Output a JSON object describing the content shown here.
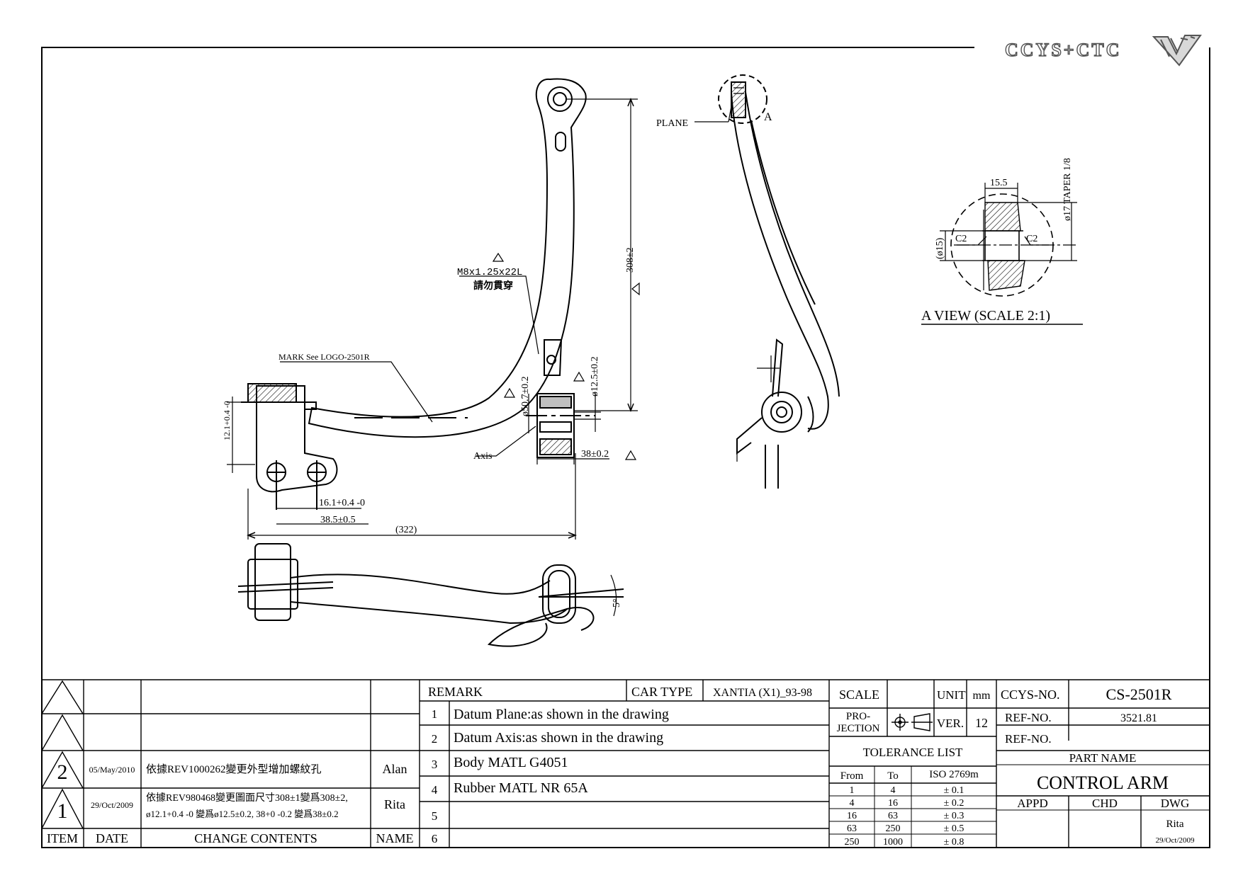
{
  "brand": {
    "logo_text": "CCYS+CTC"
  },
  "drawing": {
    "callouts": {
      "plane": "PLANE",
      "view_letter": "A",
      "thread": "M8x1.25x22L",
      "thread_note": "請勿貫穿",
      "mark": "MARK See LOGO-2501R",
      "axis": "Axis"
    },
    "dimensions": {
      "d308": "308±2",
      "d12_5": "ø12.5±0.2",
      "d50_7": "ø50.7±0.2",
      "d38": "38±0.2",
      "d12_1": "12.1+0.4 -0",
      "d16_1": "16.1+0.4 -0",
      "d38_5": "38.5±0.5",
      "d322": "(322)",
      "angle5": "5°"
    },
    "detail_view": {
      "title": "A VIEW (SCALE 2:1)",
      "d15_5": "15.5",
      "d17": "ø17 TAPER 1/8",
      "d15": "(ø15)",
      "c2_left": "C2",
      "c2_right": "C2"
    }
  },
  "revisions": {
    "header": {
      "item": "ITEM",
      "date": "DATE",
      "contents": "CHANGE CONTENTS",
      "name": "NAME"
    },
    "rows": [
      {
        "item": "",
        "date": "",
        "contents": "",
        "name": ""
      },
      {
        "item": "",
        "date": "",
        "contents": "",
        "name": ""
      },
      {
        "item": "2",
        "date": "05/May/2010",
        "contents": "依據REV1000262變更外型增加螺紋孔",
        "name": "Alan"
      },
      {
        "item": "1",
        "date": "29/Oct/2009",
        "contents": "依據REV980468變更圖面尺寸308±1變爲308±2,",
        "contents2": "ø12.1+0.4 -0 變爲ø12.5±0.2, 38+0 -0.2 變爲38±0.2",
        "name": "Rita"
      }
    ]
  },
  "remark": {
    "label": "REMARK",
    "car_type_label": "CAR TYPE",
    "car_type": "XANTIA (X1)_93-98",
    "items": [
      {
        "no": "1",
        "text": "Datum Plane:as shown in the drawing"
      },
      {
        "no": "2",
        "text": "Datum Axis:as shown in the drawing"
      },
      {
        "no": "3",
        "text": "Body MATL G4051"
      },
      {
        "no": "4",
        "text": "Rubber MATL NR 65A"
      },
      {
        "no": "5",
        "text": ""
      },
      {
        "no": "6",
        "text": ""
      }
    ]
  },
  "spec": {
    "scale_label": "SCALE",
    "scale_value": "",
    "unit_label": "UNIT",
    "unit_value": "mm",
    "projection_label_1": "PRO-",
    "projection_label_2": "JECTION",
    "ver_label": "VER.",
    "ver_value": "12",
    "tolerance_title": "TOLERANCE LIST",
    "tolerance_header": {
      "from": "From",
      "to": "To",
      "iso": "ISO 2769m"
    },
    "tolerance_rows": [
      {
        "from": "1",
        "to": "4",
        "tol": "± 0.1"
      },
      {
        "from": "4",
        "to": "16",
        "tol": "± 0.2"
      },
      {
        "from": "16",
        "to": "63",
        "tol": "± 0.3"
      },
      {
        "from": "63",
        "to": "250",
        "tol": "± 0.5"
      },
      {
        "from": "250",
        "to": "1000",
        "tol": "± 0.8"
      }
    ]
  },
  "title_block": {
    "ccys_label": "CCYS-NO.",
    "ccys_value": "CS-2501R",
    "ref_label_1": "REF-NO.",
    "ref_value_1": "3521.81",
    "ref_label_2": "REF-NO.",
    "ref_value_2": "",
    "part_name_label": "PART NAME",
    "part_name": "CONTROL ARM",
    "appd_label": "APPD",
    "chd_label": "CHD",
    "dwg_label": "DWG",
    "appd_value": "",
    "chd_value": "",
    "dwg_name": "Rita",
    "dwg_date": "29/Oct/2009"
  }
}
